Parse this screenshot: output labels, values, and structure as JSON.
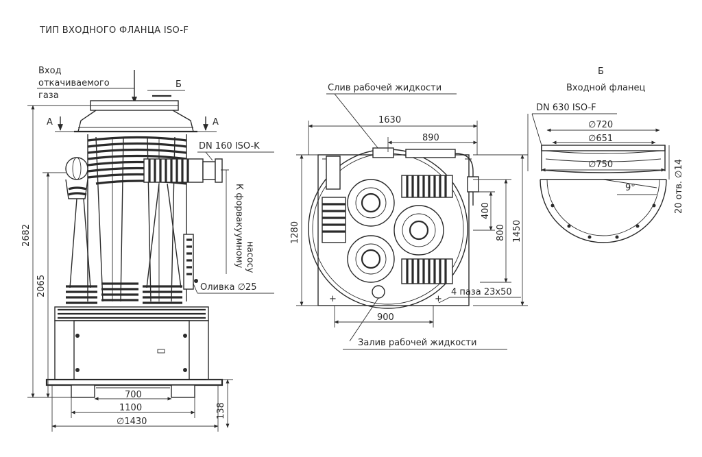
{
  "title": "ТИП ВХОДНОГО ФЛАНЦА ISO-F",
  "side_view": {
    "inlet_line1": "Вход",
    "inlet_line2": "откачиваемого",
    "inlet_line3": "газа",
    "section_b": "Б",
    "section_a_left": "А",
    "section_a_right": "А",
    "dn_outlet": "DN 160 ISO-K",
    "forvacuum_line1": "К форвакуумному",
    "forvacuum_line2": "насосу",
    "drain": "Оливка ∅25",
    "dim_total_height": "2682",
    "dim_lower_height": "2065",
    "dim_inner_width": "700",
    "dim_frame_width": "1100",
    "dim_base_width": "∅1430",
    "dim_base_height": "138"
  },
  "top_view": {
    "drain_label": "Слив рабочей жидкости",
    "fill_label": "Залив рабочей жидкости",
    "dim_width": "1630",
    "dim_offset": "890",
    "dim_height": "1280",
    "dim_400": "400",
    "dim_800": "800",
    "dim_1450": "1450",
    "dim_900": "900",
    "slots": "4 паза 23х50"
  },
  "flange_view": {
    "section_b": "Б",
    "title": "Входной фланец",
    "dn_label": "DN 630 ISO-F",
    "dim_d720": "∅720",
    "dim_d651": "∅651",
    "dim_d750": "∅750",
    "angle": "9°",
    "holes": "20 отв. ∅14"
  }
}
